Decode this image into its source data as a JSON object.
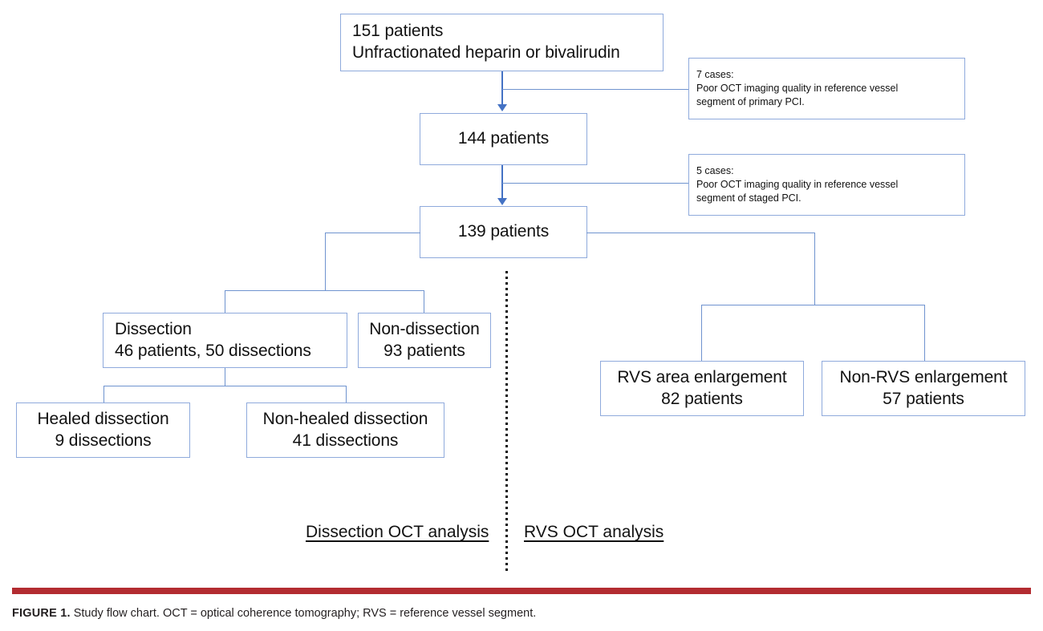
{
  "figure": {
    "number_label": "FIGURE 1.",
    "caption_text": " Study flow chart. OCT = optical coherence tomography; RVS = reference vessel segment.",
    "rule_color": "#b32c31",
    "box_border_color": "#8faadc",
    "connector_color": "#6f93cf",
    "arrow_color": "#4472c4"
  },
  "chart_data": {
    "type": "diagram",
    "title": "Study flow chart",
    "nodes": [
      {
        "id": "enrolled",
        "lines": [
          "151 patients",
          "Unfractionated heparin or bivalirudin"
        ]
      },
      {
        "id": "after-exclusion-1",
        "lines": [
          "144 patients"
        ]
      },
      {
        "id": "after-exclusion-2",
        "lines": [
          "139 patients"
        ]
      },
      {
        "id": "dissection",
        "lines": [
          "Dissection",
          "46 patients, 50 dissections"
        ]
      },
      {
        "id": "non-dissection",
        "lines": [
          "Non-dissection",
          "93 patients"
        ]
      },
      {
        "id": "healed-dissection",
        "lines": [
          "Healed dissection",
          "9 dissections"
        ]
      },
      {
        "id": "non-healed-dissection",
        "lines": [
          "Non-healed dissection",
          "41 dissections"
        ]
      },
      {
        "id": "rvs-area-enlargement",
        "lines": [
          "RVS area enlargement",
          "82 patients"
        ]
      },
      {
        "id": "non-rvs-enlargement",
        "lines": [
          "Non-RVS enlargement",
          "57 patients"
        ]
      }
    ],
    "exclusions": [
      {
        "id": "exclusion-1",
        "lines": [
          "7 cases:",
          "Poor OCT imaging quality in reference vessel",
          "segment of primary PCI."
        ]
      },
      {
        "id": "exclusion-2",
        "lines": [
          "5 cases:",
          "Poor OCT imaging quality in reference vessel",
          "segment of staged PCI."
        ]
      }
    ],
    "group_labels": [
      {
        "id": "dissection-analysis",
        "text": "Dissection OCT analysis"
      },
      {
        "id": "rvs-analysis",
        "text": "RVS OCT analysis"
      }
    ]
  },
  "boxes": {
    "enrolled": {
      "line1": "151 patients",
      "line2": "Unfractionated heparin or bivalirudin"
    },
    "after_exclusion_1": {
      "line1": "144 patients"
    },
    "after_exclusion_2": {
      "line1": "139 patients"
    },
    "dissection": {
      "line1": "Dissection",
      "line2": "46 patients, 50 dissections"
    },
    "non_dissection": {
      "line1": "Non-dissection",
      "line2": "93 patients"
    },
    "healed_dissection": {
      "line1": "Healed dissection",
      "line2": "9 dissections"
    },
    "non_healed_dissection": {
      "line1": "Non-healed dissection",
      "line2": "41 dissections"
    },
    "rvs_area_enlargement": {
      "line1": "RVS area enlargement",
      "line2": "82 patients"
    },
    "non_rvs_enlargement": {
      "line1": "Non-RVS enlargement",
      "line2": "57 patients"
    }
  },
  "notes": {
    "exclusion_1": {
      "line1": "7 cases:",
      "line2": "Poor OCT imaging quality in reference vessel",
      "line3": "segment of primary PCI."
    },
    "exclusion_2": {
      "line1": "5 cases:",
      "line2": "Poor OCT imaging quality in reference vessel",
      "line3": "segment of staged PCI."
    }
  },
  "labels": {
    "dissection_analysis": "Dissection OCT analysis",
    "rvs_analysis": "RVS OCT analysis"
  }
}
